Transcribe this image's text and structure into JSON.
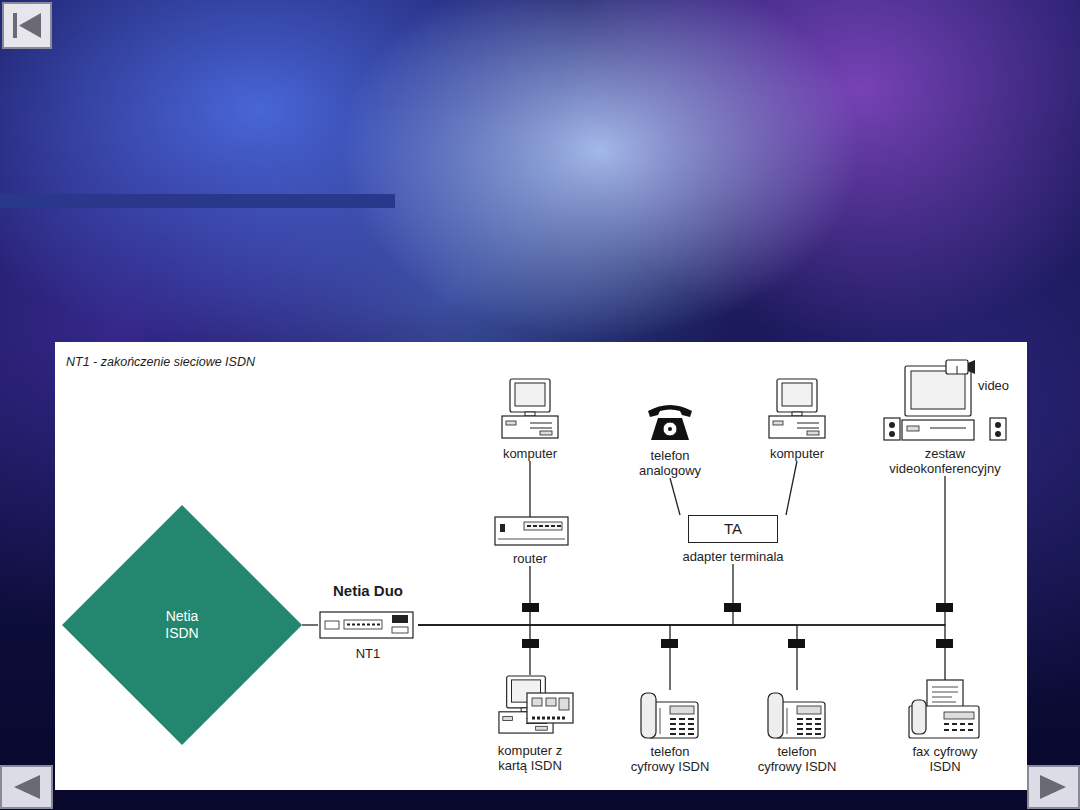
{
  "diagram": {
    "title": "NT1 - zakończenie sieciowe ISDN",
    "nodes": [
      {
        "text": [
          "Netia ISDN"
        ]
      },
      {
        "text": [
          "Netia Duo",
          "NT1"
        ]
      },
      {
        "text": [
          "komputer"
        ]
      },
      {
        "text": [
          "router"
        ]
      },
      {
        "text": [
          "telefon analogowy"
        ]
      },
      {
        "text": [
          "komputer"
        ]
      },
      {
        "text": [
          "TA",
          "adapter terminala"
        ]
      },
      {
        "text": [
          "zestaw videokonferencyjny"
        ]
      },
      {
        "text": [
          "komputer z kartą ISDN"
        ]
      },
      {
        "text": [
          "telefon cyfrowy ISDN"
        ]
      },
      {
        "text": [
          "telefon cyfrowy ISDN"
        ]
      },
      {
        "text": [
          "fax cyfrowy ISDN"
        ]
      }
    ],
    "edges": [
      {
        "from": 0,
        "to": 1,
        "arrow": "none"
      },
      {
        "from": 2,
        "to": 3,
        "arrow": "none"
      },
      {
        "from": 1,
        "to": 3,
        "arrow": "none"
      },
      {
        "from": 4,
        "to": 6,
        "arrow": "none"
      },
      {
        "from": 5,
        "to": 6,
        "arrow": "none"
      },
      {
        "from": 1,
        "to": 6,
        "arrow": "none"
      },
      {
        "from": 1,
        "to": 7,
        "arrow": "none"
      },
      {
        "from": 1,
        "to": 8,
        "arrow": "none"
      },
      {
        "from": 1,
        "to": 9,
        "arrow": "none"
      },
      {
        "from": 1,
        "to": 10,
        "arrow": "none"
      },
      {
        "from": 1,
        "to": 11,
        "arrow": "none"
      }
    ],
    "labels": [
      "video"
    ]
  }
}
